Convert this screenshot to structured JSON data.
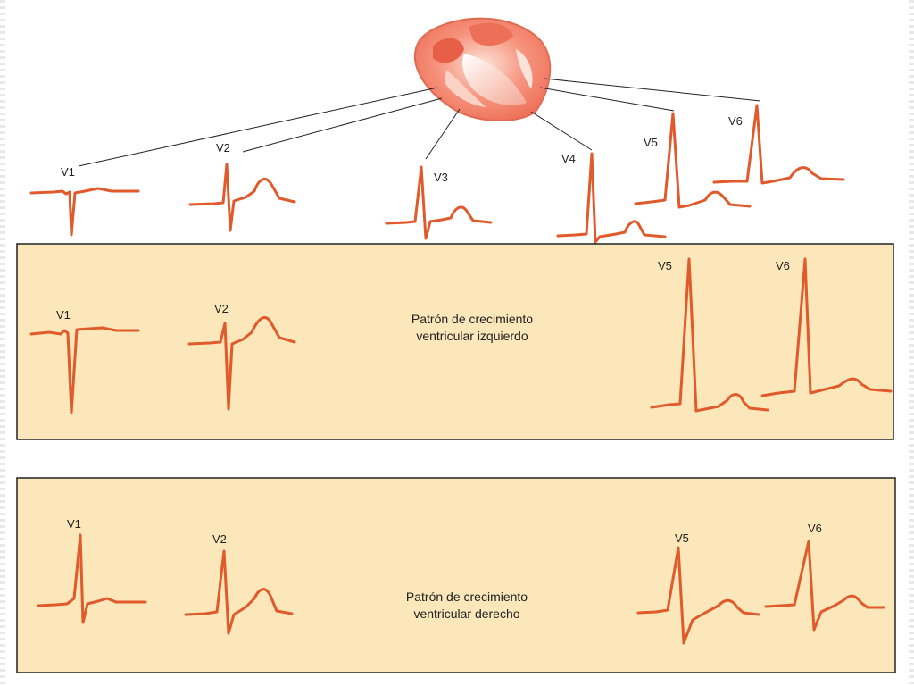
{
  "top_leads": [
    {
      "id": "v1",
      "label": "V1"
    },
    {
      "id": "v2",
      "label": "V2"
    },
    {
      "id": "v3",
      "label": "V3"
    },
    {
      "id": "v4",
      "label": "V4"
    },
    {
      "id": "v5",
      "label": "V5"
    },
    {
      "id": "v6",
      "label": "V6"
    }
  ],
  "lvh_panel": {
    "title_line1": "Patrón de crecimiento",
    "title_line2": "ventricular izquierdo",
    "labels": {
      "v1": "V1",
      "v2": "V2",
      "v5": "V5",
      "v6": "V6"
    }
  },
  "rvh_panel": {
    "title_line1": "Patrón de crecimiento",
    "title_line2": "ventricular derecho",
    "labels": {
      "v1": "V1",
      "v2": "V2",
      "v5": "V5",
      "v6": "V6"
    }
  },
  "colors": {
    "ecg_trace": "#e05a2b",
    "panel_fill": "#fbe7b9",
    "heart": "#f07a62"
  }
}
